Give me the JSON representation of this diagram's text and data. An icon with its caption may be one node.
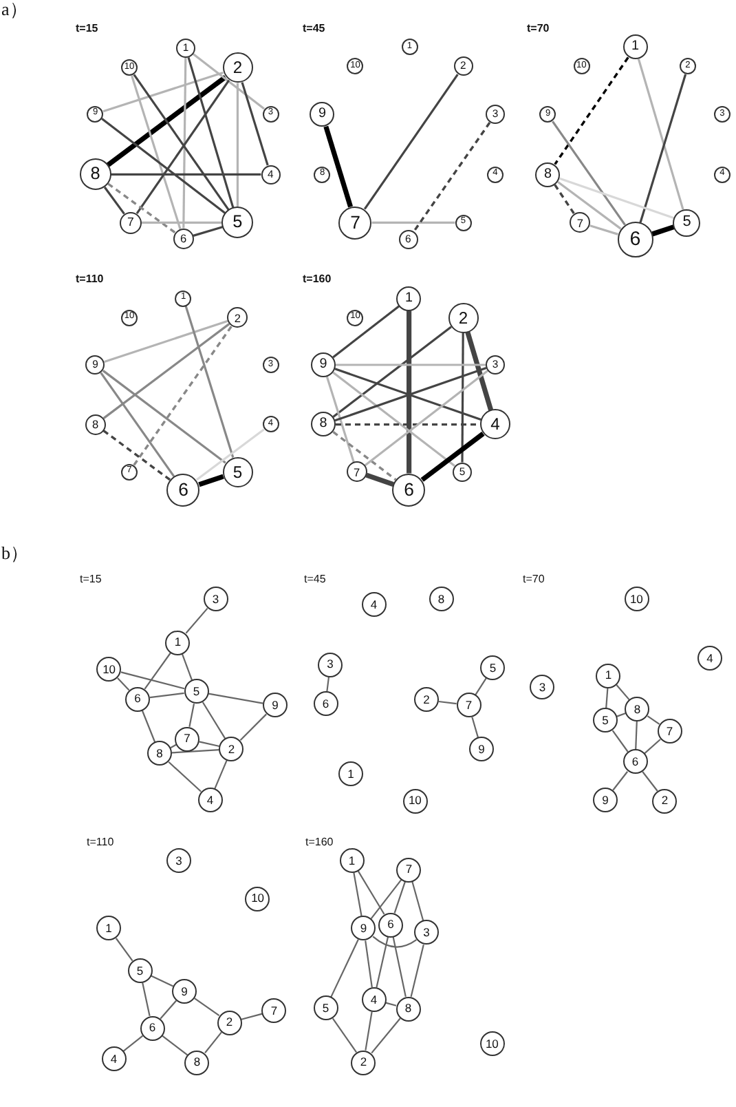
{
  "diagram": {
    "nodes": [
      {
        "text": [
          "1"
        ]
      },
      {
        "text": [
          "2"
        ]
      },
      {
        "text": [
          "3"
        ]
      },
      {
        "text": [
          "4"
        ]
      },
      {
        "text": [
          "5"
        ]
      },
      {
        "text": [
          "6"
        ]
      },
      {
        "text": [
          "7"
        ]
      },
      {
        "text": [
          "8"
        ]
      },
      {
        "text": [
          "9"
        ]
      },
      {
        "text": [
          "10"
        ]
      },
      {
        "text": [
          "1"
        ]
      },
      {
        "text": [
          "2"
        ]
      },
      {
        "text": [
          "3"
        ]
      },
      {
        "text": [
          "4"
        ]
      },
      {
        "text": [
          "5"
        ]
      },
      {
        "text": [
          "6"
        ]
      },
      {
        "text": [
          "7"
        ]
      },
      {
        "text": [
          "8"
        ]
      },
      {
        "text": [
          "9"
        ]
      },
      {
        "text": [
          "10"
        ]
      },
      {
        "text": [
          "1"
        ]
      },
      {
        "text": [
          "2"
        ]
      },
      {
        "text": [
          "3"
        ]
      },
      {
        "text": [
          "4"
        ]
      },
      {
        "text": [
          "5"
        ]
      },
      {
        "text": [
          "6"
        ]
      },
      {
        "text": [
          "7"
        ]
      },
      {
        "text": [
          "8"
        ]
      },
      {
        "text": [
          "9"
        ]
      },
      {
        "text": [
          "10"
        ]
      },
      {
        "text": [
          "1"
        ]
      },
      {
        "text": [
          "2"
        ]
      },
      {
        "text": [
          "3"
        ]
      },
      {
        "text": [
          "4"
        ]
      },
      {
        "text": [
          "5"
        ]
      },
      {
        "text": [
          "6"
        ]
      },
      {
        "text": [
          "7"
        ]
      },
      {
        "text": [
          "8"
        ]
      },
      {
        "text": [
          "9"
        ]
      },
      {
        "text": [
          "10"
        ]
      },
      {
        "text": [
          "1"
        ]
      },
      {
        "text": [
          "2"
        ]
      },
      {
        "text": [
          "3"
        ]
      },
      {
        "text": [
          "4"
        ]
      },
      {
        "text": [
          "5"
        ]
      },
      {
        "text": [
          "6"
        ]
      },
      {
        "text": [
          "7"
        ]
      },
      {
        "text": [
          "8"
        ]
      },
      {
        "text": [
          "9"
        ]
      },
      {
        "text": [
          "10"
        ]
      },
      {
        "text": [
          "1"
        ]
      },
      {
        "text": [
          "2"
        ]
      },
      {
        "text": [
          "3"
        ]
      },
      {
        "text": [
          "4"
        ]
      },
      {
        "text": [
          "5"
        ]
      },
      {
        "text": [
          "6"
        ]
      },
      {
        "text": [
          "7"
        ]
      },
      {
        "text": [
          "8"
        ]
      },
      {
        "text": [
          "9"
        ]
      },
      {
        "text": [
          "10"
        ]
      },
      {
        "text": [
          "1"
        ]
      },
      {
        "text": [
          "2"
        ]
      },
      {
        "text": [
          "3"
        ]
      },
      {
        "text": [
          "4"
        ]
      },
      {
        "text": [
          "5"
        ]
      },
      {
        "text": [
          "6"
        ]
      },
      {
        "text": [
          "7"
        ]
      },
      {
        "text": [
          "8"
        ]
      },
      {
        "text": [
          "9"
        ]
      },
      {
        "text": [
          "10"
        ]
      },
      {
        "text": [
          "1"
        ]
      },
      {
        "text": [
          "2"
        ]
      },
      {
        "text": [
          "3"
        ]
      },
      {
        "text": [
          "4"
        ]
      },
      {
        "text": [
          "5"
        ]
      },
      {
        "text": [
          "6"
        ]
      },
      {
        "text": [
          "7"
        ]
      },
      {
        "text": [
          "8"
        ]
      },
      {
        "text": [
          "9"
        ]
      },
      {
        "text": [
          "10"
        ]
      },
      {
        "text": [
          "1"
        ]
      },
      {
        "text": [
          "2"
        ]
      },
      {
        "text": [
          "3"
        ]
      },
      {
        "text": [
          "4"
        ]
      },
      {
        "text": [
          "5"
        ]
      },
      {
        "text": [
          "6"
        ]
      },
      {
        "text": [
          "7"
        ]
      },
      {
        "text": [
          "8"
        ]
      },
      {
        "text": [
          "9"
        ]
      },
      {
        "text": [
          "10"
        ]
      },
      {
        "text": [
          "1"
        ]
      },
      {
        "text": [
          "2"
        ]
      },
      {
        "text": [
          "3"
        ]
      },
      {
        "text": [
          "4"
        ]
      },
      {
        "text": [
          "5"
        ]
      },
      {
        "text": [
          "6"
        ]
      },
      {
        "text": [
          "7"
        ]
      },
      {
        "text": [
          "8"
        ]
      },
      {
        "text": [
          "9"
        ]
      },
      {
        "text": [
          "10"
        ]
      }
    ],
    "edges": [
      {
        "from": 1,
        "to": 7,
        "arrow": "none",
        "style": "thick",
        "color": "#000000"
      },
      {
        "from": 0,
        "to": 2,
        "arrow": "none",
        "color": "#b4b4b4"
      },
      {
        "from": 1,
        "to": 8,
        "arrow": "none",
        "color": "#b4b4b4"
      },
      {
        "from": 0,
        "to": 4,
        "arrow": "none"
      },
      {
        "from": 0,
        "to": 5,
        "arrow": "none",
        "color": "#b4b4b4"
      },
      {
        "from": 9,
        "to": 4,
        "arrow": "none"
      },
      {
        "from": 9,
        "to": 5,
        "arrow": "none",
        "color": "#b4b4b4"
      },
      {
        "from": 1,
        "to": 4,
        "arrow": "none",
        "color": "#b4b4b4"
      },
      {
        "from": 1,
        "to": 3,
        "arrow": "none"
      },
      {
        "from": 1,
        "to": 6,
        "arrow": "none"
      },
      {
        "from": 8,
        "to": 4,
        "arrow": "none"
      },
      {
        "from": 7,
        "to": 3,
        "arrow": "none"
      },
      {
        "from": 7,
        "to": 6,
        "arrow": "none"
      },
      {
        "from": 7,
        "to": 5,
        "arrow": "none",
        "style": "dashed",
        "color": "#888888"
      },
      {
        "from": 6,
        "to": 4,
        "arrow": "none",
        "color": "#b4b4b4"
      },
      {
        "from": 5,
        "to": 4,
        "arrow": "none"
      },
      {
        "from": 18,
        "to": 16,
        "arrow": "none",
        "style": "thick",
        "color": "#000000"
      },
      {
        "from": 11,
        "to": 16,
        "arrow": "none"
      },
      {
        "from": 16,
        "to": 14,
        "arrow": "none",
        "color": "#b4b4b4"
      },
      {
        "from": 12,
        "to": 15,
        "arrow": "none",
        "style": "dashed"
      },
      {
        "from": 20,
        "to": 27,
        "arrow": "none",
        "style": "dashed",
        "color": "#000000"
      },
      {
        "from": 20,
        "to": 24,
        "arrow": "none",
        "color": "#b4b4b4"
      },
      {
        "from": 21,
        "to": 25,
        "arrow": "none"
      },
      {
        "from": 28,
        "to": 25,
        "arrow": "none",
        "color": "#888888"
      },
      {
        "from": 27,
        "to": 25,
        "arrow": "none",
        "color": "#b4b4b4"
      },
      {
        "from": 27,
        "to": 24,
        "arrow": "none",
        "color": "#d8d8d8"
      },
      {
        "from": 27,
        "to": 26,
        "arrow": "none",
        "style": "dashed"
      },
      {
        "from": 26,
        "to": 25,
        "arrow": "none",
        "color": "#b4b4b4"
      },
      {
        "from": 25,
        "to": 24,
        "arrow": "none",
        "style": "thick",
        "color": "#000000"
      },
      {
        "from": 38,
        "to": 31,
        "arrow": "none",
        "color": "#b4b4b4"
      },
      {
        "from": 37,
        "to": 31,
        "arrow": "none",
        "color": "#888888"
      },
      {
        "from": 36,
        "to": 31,
        "arrow": "none",
        "style": "dashed",
        "color": "#888888"
      },
      {
        "from": 30,
        "to": 34,
        "arrow": "none",
        "color": "#888888"
      },
      {
        "from": 38,
        "to": 34,
        "arrow": "none",
        "color": "#888888"
      },
      {
        "from": 38,
        "to": 35,
        "arrow": "none",
        "color": "#888888"
      },
      {
        "from": 37,
        "to": 35,
        "arrow": "none",
        "style": "dashed"
      },
      {
        "from": 35,
        "to": 34,
        "arrow": "none",
        "style": "thick",
        "color": "#000000"
      },
      {
        "from": 33,
        "to": 35,
        "arrow": "none",
        "color": "#d8d8d8"
      },
      {
        "from": 40,
        "to": 48,
        "arrow": "none"
      },
      {
        "from": 40,
        "to": 45,
        "arrow": "none",
        "style": "thick"
      },
      {
        "from": 41,
        "to": 47,
        "arrow": "none"
      },
      {
        "from": 41,
        "to": 44,
        "arrow": "none"
      },
      {
        "from": 41,
        "to": 43,
        "arrow": "none",
        "style": "thick"
      },
      {
        "from": 48,
        "to": 42,
        "arrow": "none",
        "color": "#b4b4b4"
      },
      {
        "from": 48,
        "to": 43,
        "arrow": "none"
      },
      {
        "from": 48,
        "to": 44,
        "arrow": "none",
        "color": "#b4b4b4"
      },
      {
        "from": 48,
        "to": 46,
        "arrow": "none",
        "color": "#b4b4b4"
      },
      {
        "from": 47,
        "to": 42,
        "arrow": "none"
      },
      {
        "from": 47,
        "to": 43,
        "arrow": "none",
        "style": "dashed"
      },
      {
        "from": 47,
        "to": 45,
        "arrow": "none",
        "style": "dashed",
        "color": "#888888"
      },
      {
        "from": 46,
        "to": 42,
        "arrow": "none",
        "color": "#b4b4b4"
      },
      {
        "from": 46,
        "to": 45,
        "arrow": "none",
        "style": "thick"
      },
      {
        "from": 45,
        "to": 43,
        "arrow": "none",
        "style": "thick",
        "color": "#000000"
      },
      {
        "from": 52,
        "to": 50,
        "arrow": "none"
      },
      {
        "from": 50,
        "to": 55,
        "arrow": "none"
      },
      {
        "from": 50,
        "to": 54,
        "arrow": "none"
      },
      {
        "from": 59,
        "to": 55,
        "arrow": "none"
      },
      {
        "from": 59,
        "to": 54,
        "arrow": "none"
      },
      {
        "from": 55,
        "to": 54,
        "arrow": "none"
      },
      {
        "from": 54,
        "to": 58,
        "arrow": "none"
      },
      {
        "from": 54,
        "to": 56,
        "arrow": "none"
      },
      {
        "from": 54,
        "to": 51,
        "arrow": "none"
      },
      {
        "from": 58,
        "to": 51,
        "arrow": "none"
      },
      {
        "from": 55,
        "to": 57,
        "arrow": "none"
      },
      {
        "from": 56,
        "to": 51,
        "arrow": "none"
      },
      {
        "from": 57,
        "to": 56,
        "arrow": "none"
      },
      {
        "from": 57,
        "to": 51,
        "arrow": "none"
      },
      {
        "from": 57,
        "to": 53,
        "arrow": "none"
      },
      {
        "from": 51,
        "to": 53,
        "arrow": "none"
      },
      {
        "from": 62,
        "to": 65,
        "arrow": "none"
      },
      {
        "from": 61,
        "to": 66,
        "arrow": "none"
      },
      {
        "from": 64,
        "to": 66,
        "arrow": "none"
      },
      {
        "from": 66,
        "to": 68,
        "arrow": "none"
      },
      {
        "from": 70,
        "to": 74,
        "arrow": "none"
      },
      {
        "from": 70,
        "to": 77,
        "arrow": "none"
      },
      {
        "from": 74,
        "to": 77,
        "arrow": "none"
      },
      {
        "from": 74,
        "to": 75,
        "arrow": "none"
      },
      {
        "from": 77,
        "to": 75,
        "arrow": "none"
      },
      {
        "from": 77,
        "to": 76,
        "arrow": "none"
      },
      {
        "from": 76,
        "to": 75,
        "arrow": "none"
      },
      {
        "from": 75,
        "to": 78,
        "arrow": "none"
      },
      {
        "from": 75,
        "to": 71,
        "arrow": "none"
      },
      {
        "from": 80,
        "to": 84,
        "arrow": "none"
      },
      {
        "from": 84,
        "to": 88,
        "arrow": "none"
      },
      {
        "from": 84,
        "to": 85,
        "arrow": "none"
      },
      {
        "from": 88,
        "to": 85,
        "arrow": "none"
      },
      {
        "from": 88,
        "to": 81,
        "arrow": "none"
      },
      {
        "from": 85,
        "to": 83,
        "arrow": "none"
      },
      {
        "from": 85,
        "to": 87,
        "arrow": "none"
      },
      {
        "from": 87,
        "to": 81,
        "arrow": "none"
      },
      {
        "from": 81,
        "to": 86,
        "arrow": "none"
      },
      {
        "from": 90,
        "to": 98,
        "arrow": "none"
      },
      {
        "from": 90,
        "to": 95,
        "arrow": "none"
      },
      {
        "from": 96,
        "to": 98,
        "arrow": "none"
      },
      {
        "from": 96,
        "to": 95,
        "arrow": "none"
      },
      {
        "from": 96,
        "to": 92,
        "arrow": "none"
      },
      {
        "from": 98,
        "to": 94,
        "arrow": "none"
      },
      {
        "from": 98,
        "to": 93,
        "arrow": "none"
      },
      {
        "from": 98,
        "to": 92,
        "arrow": "none"
      },
      {
        "from": 95,
        "to": 93,
        "arrow": "none"
      },
      {
        "from": 95,
        "to": 97,
        "arrow": "none"
      },
      {
        "from": 92,
        "to": 97,
        "arrow": "none"
      },
      {
        "from": 93,
        "to": 97,
        "arrow": "none"
      },
      {
        "from": 93,
        "to": 91,
        "arrow": "none"
      },
      {
        "from": 94,
        "to": 91,
        "arrow": "none"
      },
      {
        "from": 97,
        "to": 91,
        "arrow": "none"
      }
    ],
    "labels": [
      "a）",
      "t=15",
      "t=45",
      "t=70",
      "t=110",
      "t=160",
      "b）",
      "t=15",
      "t=45",
      "t=70",
      "t=110",
      "t=160"
    ]
  }
}
